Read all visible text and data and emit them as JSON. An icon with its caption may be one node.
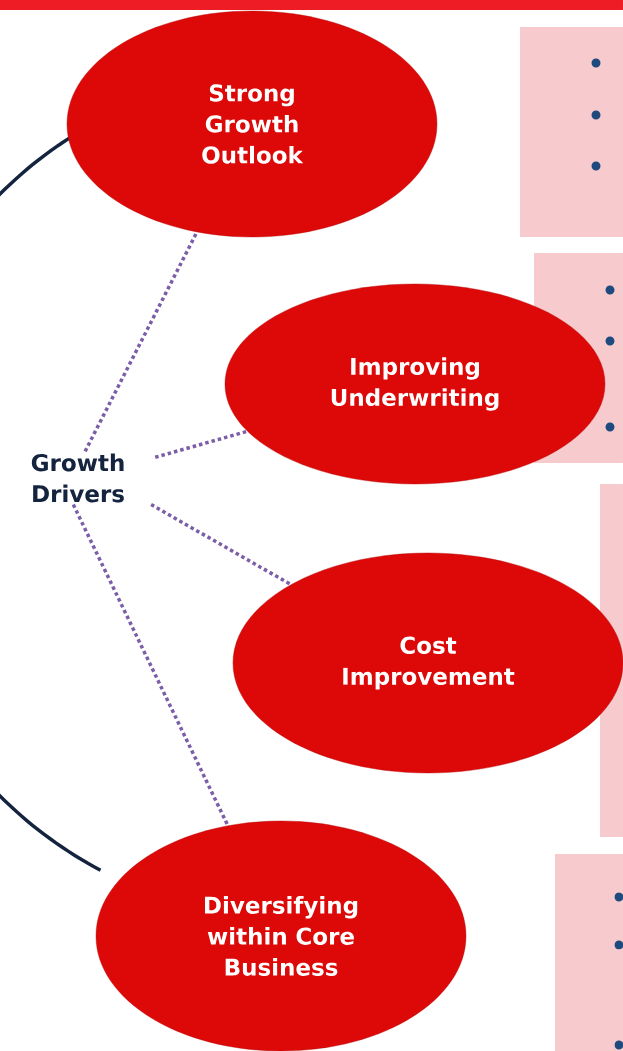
{
  "diagram": {
    "nodes": [
      {
        "text": [
          "Strong Growth Outlook"
        ]
      },
      {
        "text": [
          "Improving Underwriting"
        ]
      },
      {
        "text": [
          "Cost Improvement"
        ]
      },
      {
        "text": [
          "Diversifying within Core Business"
        ]
      },
      {
        "text": [
          "Growth Drivers"
        ]
      }
    ],
    "edges": [
      {
        "from": 4,
        "to": 0,
        "arrow": "none"
      },
      {
        "from": 4,
        "to": 1,
        "arrow": "none"
      },
      {
        "from": 4,
        "to": 2,
        "arrow": "none"
      },
      {
        "from": 4,
        "to": 3,
        "arrow": "none"
      }
    ]
  }
}
